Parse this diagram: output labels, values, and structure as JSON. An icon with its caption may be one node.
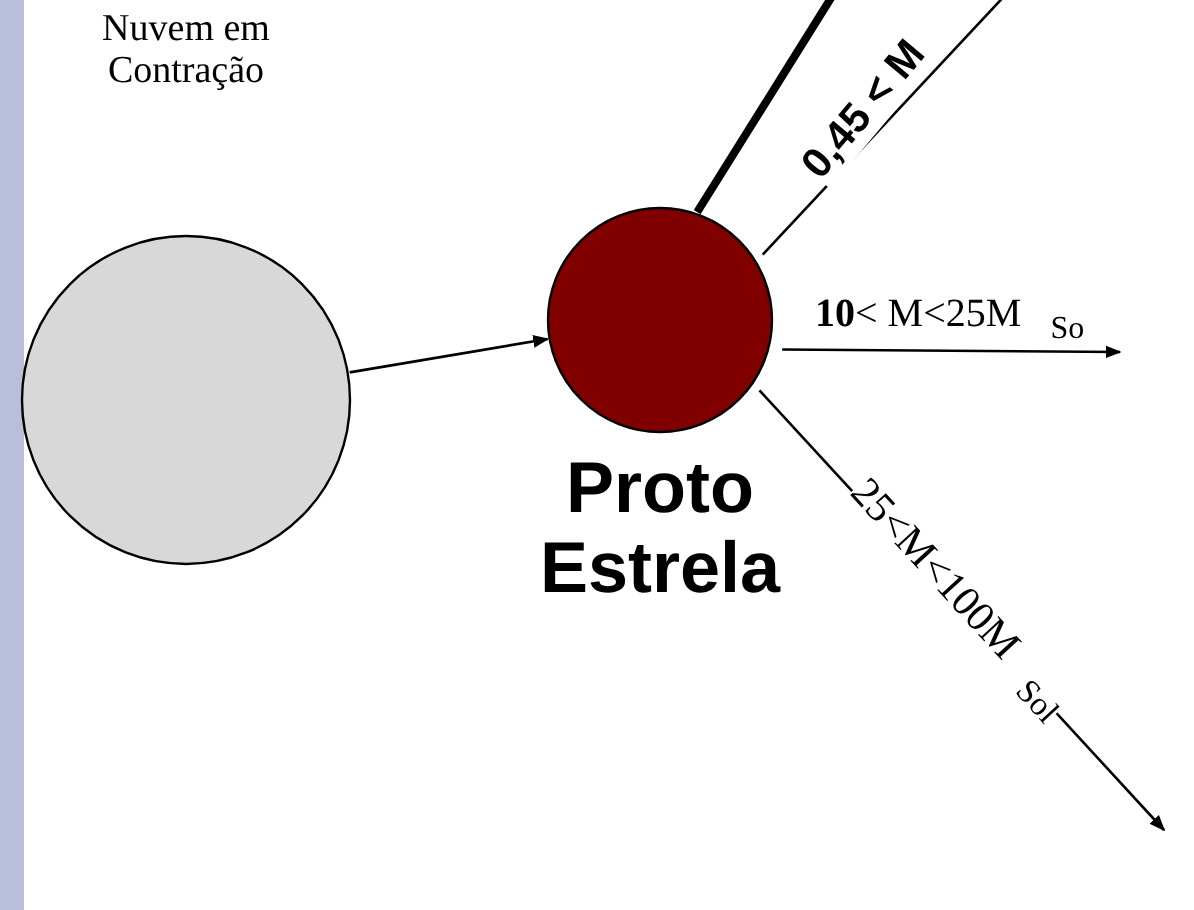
{
  "diagram": {
    "nodes": [
      {
        "text": [
          "Nuvem em Contração"
        ]
      },
      {
        "text": [
          "Proto Estrela"
        ]
      }
    ],
    "edges": [
      {
        "from": 0,
        "to": 1,
        "arrow": "to"
      },
      {
        "from": 1,
        "to": null,
        "arrow": "none",
        "style": "thick"
      },
      {
        "from": 1,
        "to": null,
        "arrow": "none",
        "label": "0,45 < M"
      },
      {
        "from": 1,
        "to": null,
        "arrow": "to",
        "label": "**10**< M<25M $_{So}$"
      },
      {
        "from": 1,
        "to": null,
        "arrow": "to",
        "label": "25<M<100M $_{Sol}$"
      }
    ]
  }
}
